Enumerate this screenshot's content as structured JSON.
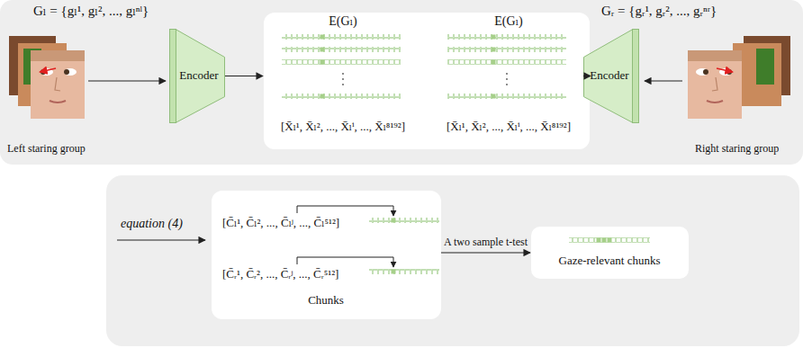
{
  "diagram": {
    "nodes": [
      {
        "text": [
          "Gₗ = {gₗ¹, gₗ², ..., gₗⁿˡ}",
          "Left staring group",
          "Gᵣ = {gᵣ¹, gᵣ², ..., gᵣⁿʳ}",
          "Right staring group"
        ]
      },
      {
        "text": [
          "Encoder"
        ],
        "in": 0
      },
      {
        "text": [
          "E(Gₗ)",
          "E(Gₗ)",
          "[X̄ₗ¹, X̄ₗ², ..., X̄ₗⁱ, ..., X̄ₗ⁸¹⁹²]",
          "[X̄ₗ¹, X̄ₗ², ..., X̄ₗⁱ, ..., X̄ₗ⁸¹⁹²]"
        ],
        "in": 0
      },
      {
        "text": [
          "Encoder"
        ],
        "in": 0
      },
      {
        "text": [
          "equation (4)"
        ]
      },
      {
        "text": [
          "[C̄ₗ¹, C̄ₗ², ..., C̄ₗʲ, ..., C̄ₗ⁵¹²]",
          "[C̄ᵣ¹, C̄ᵣ², ..., C̄ᵣʲ, ..., C̄ᵣ⁵¹²]",
          "Chunks"
        ],
        "in": 4
      },
      {
        "text": [
          "Gaze-relevant chunks"
        ],
        "in": 4
      }
    ],
    "edges": [
      {
        "from": 1,
        "to": 2,
        "arrow": "to"
      },
      {
        "from": 3,
        "to": 2,
        "arrow": "to"
      },
      {
        "from": 5,
        "to": 6,
        "label": "A two sample t-test",
        "arrow": "to"
      }
    ]
  }
}
